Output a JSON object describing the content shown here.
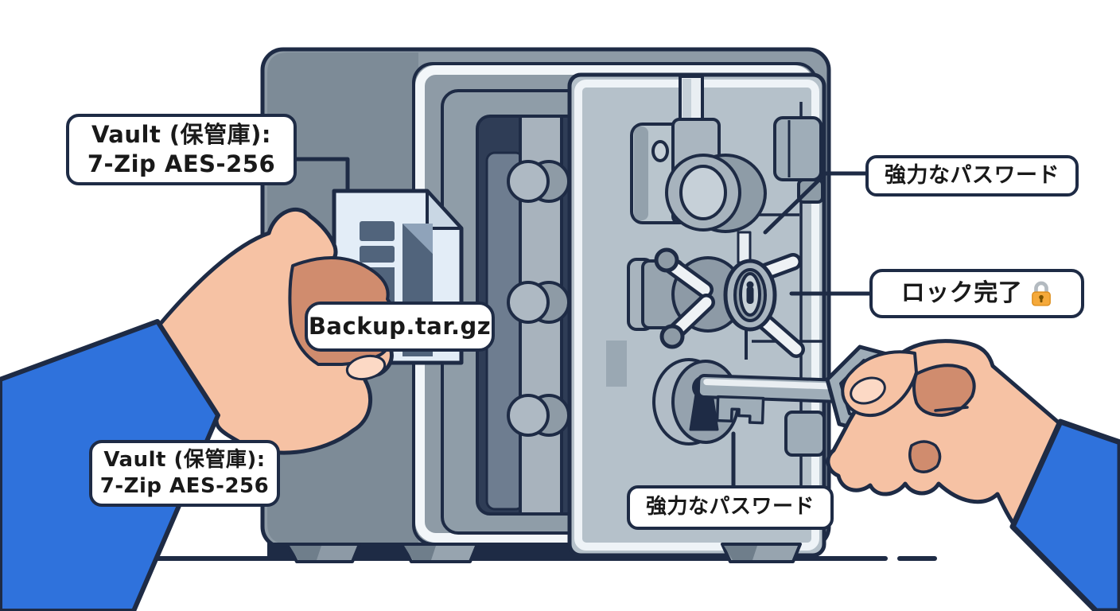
{
  "callouts": {
    "vault_top": {
      "line1": "Vault (保管庫):",
      "line2": "7-Zip AES-256"
    },
    "vault_bottom": {
      "line1": "Vault (保管庫):",
      "line2": "7-Zip AES-256"
    },
    "file_name": "Backup.tar.gz",
    "password_top": "強力なパスワード",
    "password_bottom": "強力なパスワード",
    "lock_done": "ロック完了"
  },
  "icons": {
    "lock": "padlock-icon",
    "file": "archive-file-icon",
    "key": "key-icon"
  },
  "colors": {
    "outline": "#1e2b45",
    "label_bg": "#ffffff",
    "label_text": "#191919",
    "safe_body": "#8e9ba6",
    "safe_left_face": "#7d8b97",
    "safe_frame": "#8f9da8",
    "safe_interior": "#2f3d56",
    "safe_door": "#b5c1ca",
    "metal_light": "#aab6c0",
    "file_blue": "#e3edf7",
    "file_glyph": "#51647c",
    "skin": "#f6c2a4",
    "skin_shadow": "#d08c6e",
    "sleeve_blue": "#2f72dc",
    "padlock_orange": "#f5a93a"
  }
}
